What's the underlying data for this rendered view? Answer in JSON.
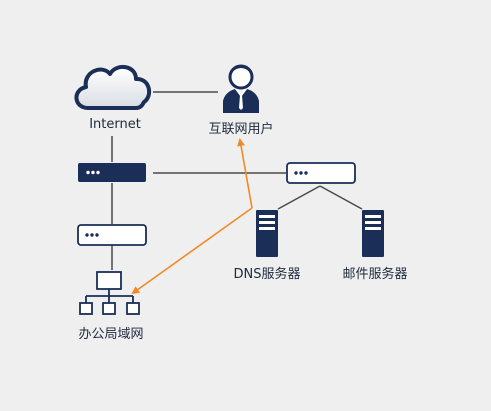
{
  "labels": {
    "internet": "Internet",
    "internet_user": "互联网用户",
    "dns_server": "DNS服务器",
    "mail_server": "邮件服务器",
    "office_lan": "办公局域网"
  },
  "colors": {
    "background": "#efefef",
    "navy": "#1a2e57",
    "line_gray": "#4a4a4a",
    "arrow_orange": "#f08a24"
  }
}
